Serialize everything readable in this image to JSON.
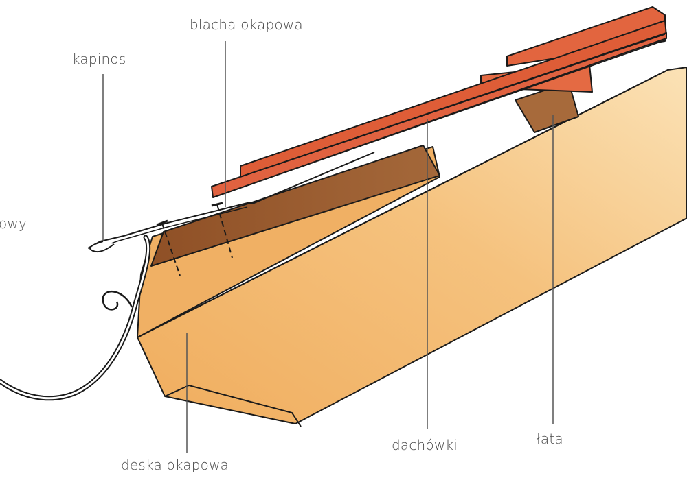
{
  "labels": {
    "blacha_okapowa": "blacha okapowa",
    "kapinos": "kapinos",
    "pas_okapowy_partial": "owy",
    "deska_okapowa": "deska okapowa",
    "dachowki": "dachówki",
    "lata": "łata"
  },
  "colors": {
    "rafter": "#f2b56a",
    "rafter_light": "#f8d79e",
    "board": "#9a5a2c",
    "batten": "#a86a3a",
    "tile": "#e0603c",
    "outline": "#1a1a1a",
    "leader": "#555555"
  }
}
